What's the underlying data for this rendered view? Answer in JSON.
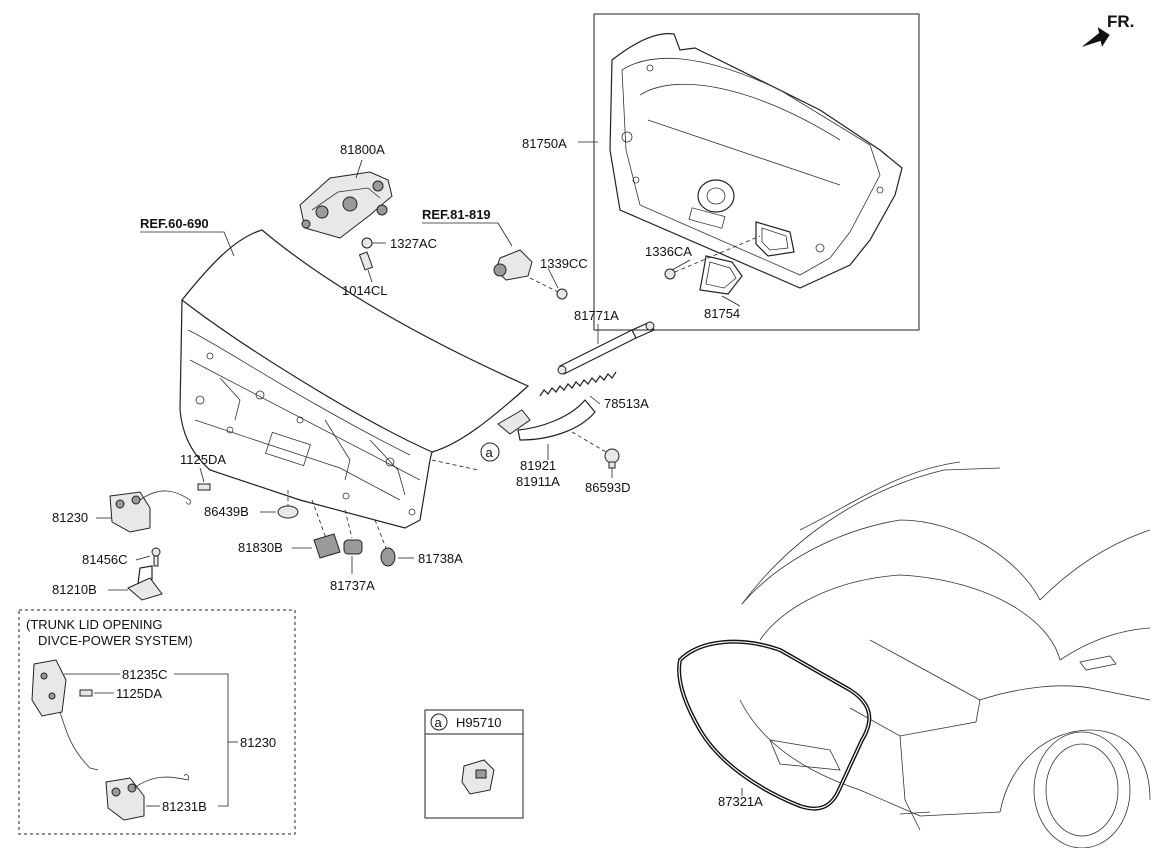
{
  "orientation": {
    "text": "FR.",
    "icon": "front-direction-arrow-icon"
  },
  "references": {
    "ref_60": "REF.60-690",
    "ref_81": "REF.81-819"
  },
  "parts": {
    "p81800A": "81800A",
    "p1327AC": "1327AC",
    "p1014CL": "1014CL",
    "p1339CC": "1339CC",
    "p81750A": "81750A",
    "p1336CA": "1336CA",
    "p81754": "81754",
    "p81771A": "81771A",
    "p78513A": "78513A",
    "p81921": "81921",
    "p81911A": "81911A",
    "p86593D": "86593D",
    "p1125DA": "1125DA",
    "p81230": "81230",
    "p86439B": "86439B",
    "p81456C": "81456C",
    "p81210B": "81210B",
    "p81830B": "81830B",
    "p81738A": "81738A",
    "p81737A": "81737A",
    "p87321A": "87321A"
  },
  "callout_marker": "a",
  "power_system": {
    "title_line1": "(TRUNK LID OPENING",
    "title_line2": "DIVCE-POWER SYSTEM)",
    "p81235C": "81235C",
    "p1125DA": "1125DA",
    "p81230": "81230",
    "p81231B": "81231B"
  },
  "legend_box": {
    "marker": "a",
    "part": "H95710"
  }
}
